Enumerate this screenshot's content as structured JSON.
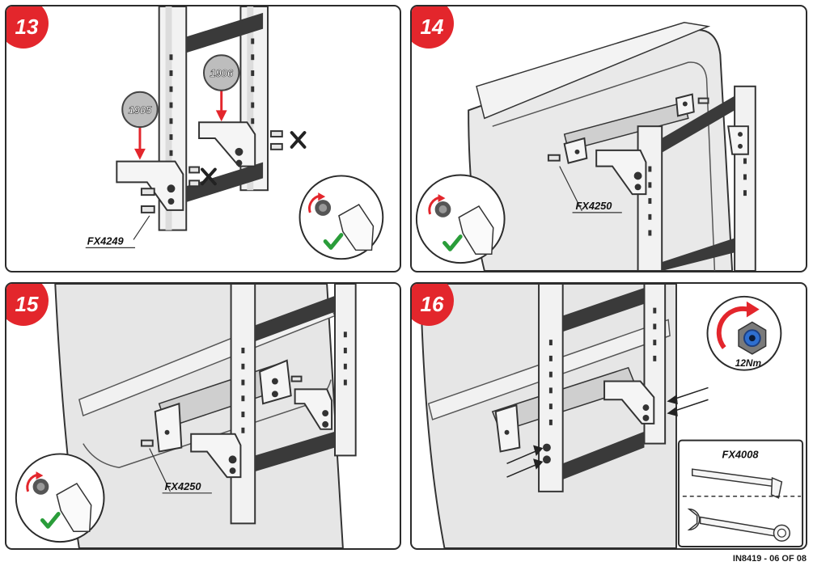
{
  "steps": [
    {
      "number": "13",
      "callouts": [
        "1905",
        "1906"
      ],
      "part_label": "FX4249"
    },
    {
      "number": "14",
      "part_label": "FX4250"
    },
    {
      "number": "15",
      "part_label": "FX4250"
    },
    {
      "number": "16",
      "torque_label": "12Nm",
      "tool_box_title": "FX4008"
    }
  ],
  "footer": "IN8419 - 06 OF 08",
  "colors": {
    "badge": "#e3262c",
    "check": "#2a9d3a",
    "arrow": "#e3262c",
    "callout_bg": "#bdbdbd"
  }
}
